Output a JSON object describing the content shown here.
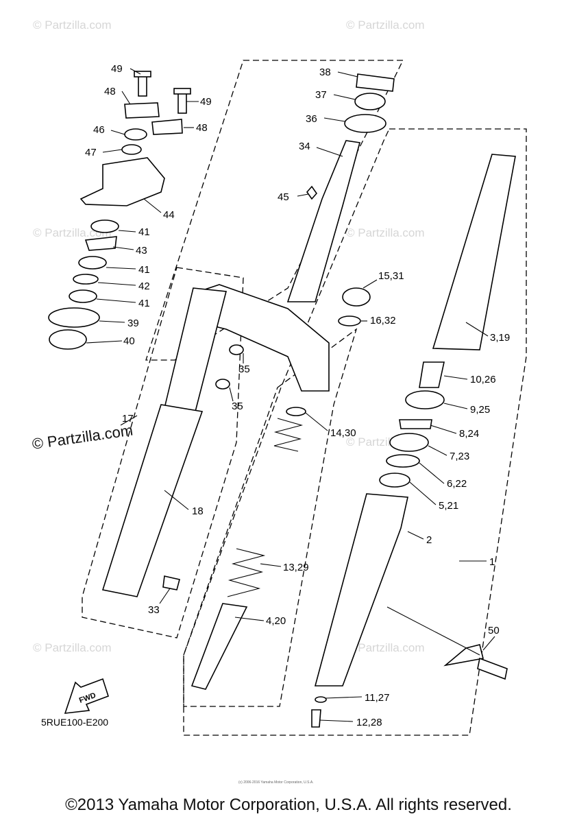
{
  "diagram_code": "5RUE100-E200",
  "fwd_label": "FWD",
  "copyright": "©2013 Yamaha Motor Corporation, U.S.A. All rights reserved.",
  "tiny_credit": "(c) 2006-2016 Yamaha Motor Corporation, U.S.A.",
  "watermark": "© Partzilla.com",
  "callouts": [
    "49",
    "48",
    "49",
    "48",
    "46",
    "47",
    "44",
    "41",
    "43",
    "41",
    "42",
    "41",
    "39",
    "40",
    "38",
    "37",
    "36",
    "34",
    "45",
    "15,31",
    "16,32",
    "3,19",
    "10,26",
    "9,25",
    "8,24",
    "7,23",
    "6,22",
    "5,21",
    "2",
    "1",
    "35",
    "35",
    "14,30",
    "17",
    "18",
    "13,29",
    "4,20",
    "33",
    "50",
    "11,27",
    "12,28"
  ]
}
